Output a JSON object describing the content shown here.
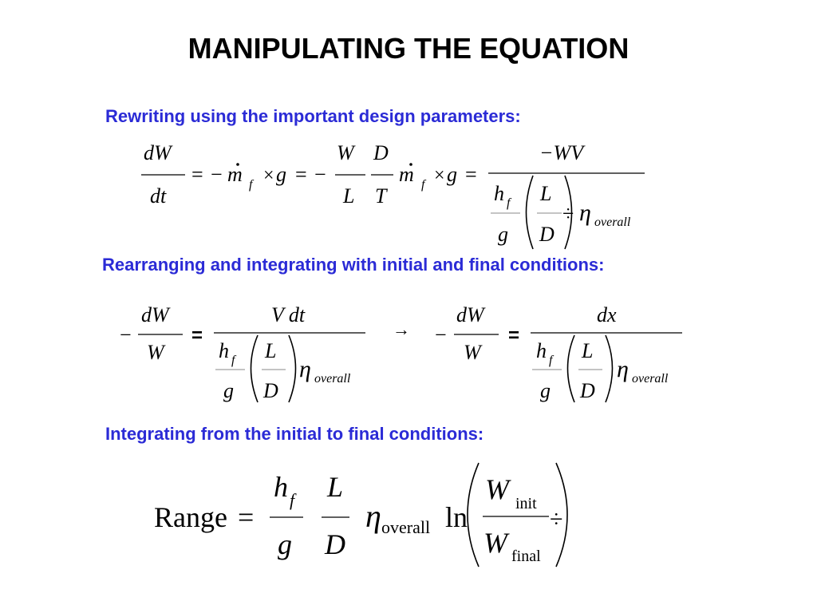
{
  "slide": {
    "title": "MANIPULATING THE EQUATION",
    "accent_color": "#2b2bd6",
    "section1": {
      "heading": "Rewriting using the important design parameters:",
      "eq": {
        "dW": "dW",
        "dt": "dt",
        "eqsign": "=",
        "minus": "−",
        "m": "m",
        "f": "f",
        "times": "×",
        "g": "g",
        "W": "W",
        "L": "L",
        "D": "D",
        "T": "T",
        "num_rhs": "−WV",
        "h": "h",
        "eta": "η",
        "overall": "overall",
        "dot": "÷"
      }
    },
    "section2": {
      "heading": "Rearranging and integrating with initial and final conditions:",
      "eq": {
        "minus": "−",
        "dW": "dW",
        "W": "W",
        "eqsign": "=",
        "Vdt": "V dt",
        "dx": "dx",
        "h": "h",
        "f": "f",
        "g": "g",
        "L": "L",
        "D": "D",
        "eta": "η",
        "overall": "overall",
        "arrow": "→"
      }
    },
    "section3": {
      "heading": "Integrating from the initial to final conditions:",
      "eq": {
        "range": "Range",
        "eqsign": "=",
        "h": "h",
        "f": "f",
        "g": "g",
        "L": "L",
        "D": "D",
        "eta": "η",
        "overall": "overall",
        "ln": "ln",
        "W": "W",
        "init": "init",
        "final": "final",
        "dot": "÷"
      }
    }
  }
}
